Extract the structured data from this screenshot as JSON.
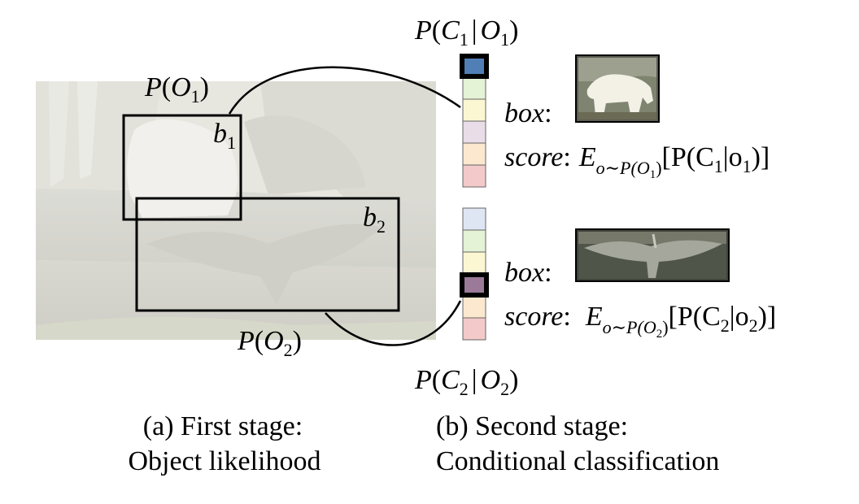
{
  "first_stage": {
    "caption_line1": "(a) First stage:",
    "caption_line2": "Object likelihood",
    "prob_o1": {
      "p": "P",
      "lp": "(",
      "o": "O",
      "sub": "1",
      "rp": ")"
    },
    "prob_o2": {
      "p": "P",
      "lp": "(",
      "o": "O",
      "sub": "2",
      "rp": ")"
    },
    "box1_label": {
      "b": "b",
      "sub": "1"
    },
    "box2_label": {
      "b": "b",
      "sub": "2"
    }
  },
  "second_stage": {
    "caption_line1": "(b) Second stage:",
    "caption_line2": "Conditional classification",
    "top_prob": {
      "p": "P",
      "lp": "(",
      "c": "C",
      "csub": "1",
      "bar": "|",
      "o": "O",
      "osub": "1",
      "rp": ")"
    },
    "bottom_prob": {
      "p": "P",
      "lp": "(",
      "c": "C",
      "csub": "2",
      "bar": "|",
      "o": "O",
      "osub": "2",
      "rp": ")"
    },
    "box_word": "box",
    "score_word": "score",
    "colon": ":",
    "score1": {
      "e": "E",
      "sub_pre": "o∼P(O",
      "sub_num": "1",
      "sub_post": ")",
      "rest_pre": "[P(C",
      "c_sub": "1",
      "rest_mid": "|o",
      "o_sub": "1",
      "rest_post": ")]"
    },
    "score2": {
      "e": "E",
      "sub_pre": "o∼P(O",
      "sub_num": "2",
      "sub_post": ")",
      "rest_pre": "[P(C",
      "c_sub": "2",
      "rest_mid": "|o",
      "o_sub": "2",
      "rest_post": ")]"
    }
  },
  "colors": {
    "vec_top": [
      "#4f7fb5",
      "#e4f2d5",
      "#fbf7d2",
      "#e9dde8",
      "#fbe8cf",
      "#f3c9c9"
    ],
    "vec_bottom": [
      "#dfe6f3",
      "#e4f2d5",
      "#fbf7d2",
      "#9a7a98",
      "#fbe8cf",
      "#f3c9c9"
    ],
    "scene_bg": "#e7e6df"
  }
}
